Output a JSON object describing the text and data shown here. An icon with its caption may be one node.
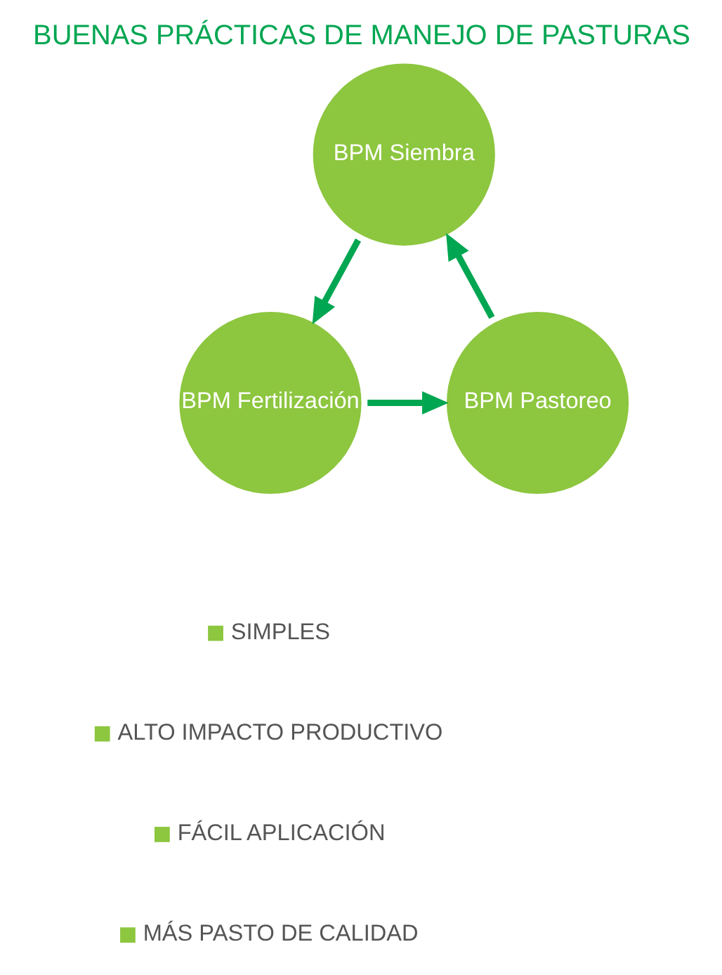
{
  "diagram": {
    "title": "BUENAS PRÁCTICAS DE MANEJO DE PASTURAS",
    "nodes": [
      {
        "text": [
          "BPM Siembra"
        ]
      },
      {
        "text": [
          "BPM Fertilización"
        ]
      },
      {
        "text": [
          "BPM Pastoreo"
        ]
      }
    ],
    "edges": [
      {
        "from": 0,
        "to": 1,
        "arrow": "to"
      },
      {
        "from": 1,
        "to": 2,
        "arrow": "to"
      },
      {
        "from": 2,
        "to": 0,
        "arrow": "to"
      }
    ],
    "labels": [
      "SIMPLES",
      "ALTO IMPACTO PRODUCTIVO",
      "FÁCIL APLICACIÓN",
      "MÁS PASTO DE CALIDAD"
    ]
  }
}
